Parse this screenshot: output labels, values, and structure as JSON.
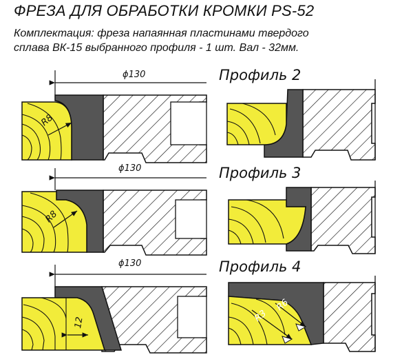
{
  "header": {
    "title": "ФРЕЗА ДЛЯ ОБРАБОТКИ КРОМКИ PS-52",
    "subtitle_line1": "Комплектация: фреза напаянная пластинами твердого",
    "subtitle_line2": "сплава ВК-15 выбранного профиля - 1 шт. Вал - 32мм."
  },
  "profiles": [
    {
      "label": "Профиль 2",
      "diameter": "ϕ130",
      "radius": "R8"
    },
    {
      "label": "Профиль 3",
      "diameter": "ϕ130",
      "radius": "R8"
    },
    {
      "label": "Профиль 4",
      "diameter": "ϕ130",
      "width": "12",
      "radius_a": "R3",
      "radius_b": "R6"
    }
  ],
  "colors": {
    "wood": "#f2ec3a",
    "blade": "#555555",
    "line": "#111111"
  }
}
